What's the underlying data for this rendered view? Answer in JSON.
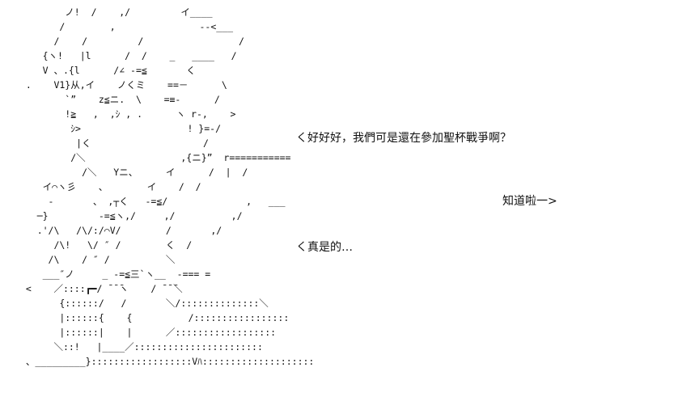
{
  "ascii_art": {
    "text": "         ノ!  /    ,/         イ____\n        /        ,               --<___\n       /    /         /                 /\n     {ヽ!   |l      /  /    _   ____   /\n     V 、.{l      /∠ -=≦       く\n  .    V1}从,イ    ノくミ    ==－      \\\n         `”    z≦ニ.  \\    =≡-      /\n         !≧   ,  ,ｼ , .      ヽ r-,    >\n          ｼ>                   ! }=-/\n           |く                    /\n          /＼                 ,{ニ}”  r===========\n            /＼   Yニ、     イ      /  |  /\n     イ⌒ヽ彡    、       イ    /  /\n      ‐       、 ,┬く   -=≦/              ,   ___\n    ─}         -=≦ヽ,/     ,/          ,/\n    .'/\\   /\\/:/⌒V/        /       ,/\n       /\\!   \\/ ″ /        く  /\n      /\\    / ″ /          ＼\n     ___″ノ     _ -=≦三`ヽ__  -=== =\n  <    ／::::┏━/ ̄ ̄ ̄ヽ    / ̄ ̄ ̄＼\n        {::::::/   /       ＼/::::::::::::::＼\n        |::::::{    {          /:::::::::::::::::\n        |::::::|    |      ／::::::::::::::::::\n       ＼::!   |____／:::::::::::::::::::::::\n  、_________}::::::::::::::::::Vﾊ::::::::::::::::::::"
  },
  "dialogue": {
    "line1": "く好好好，我們可是還在參加聖杯戰爭啊？",
    "line2": "知道啦一>",
    "line3": "く真是的…"
  }
}
